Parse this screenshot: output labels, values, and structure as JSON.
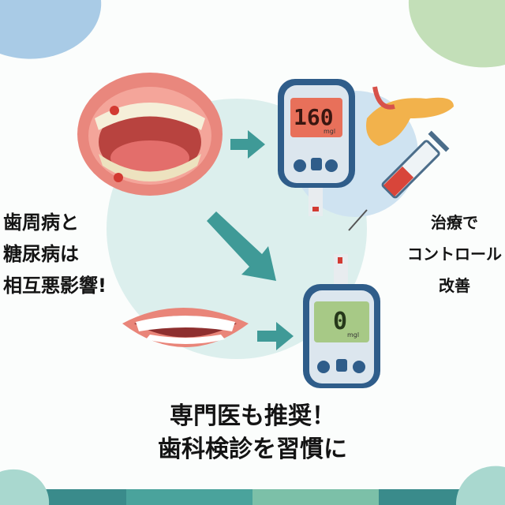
{
  "left_caption": [
    "歯周病と",
    "糖尿病は",
    "相互悪影響!"
  ],
  "right_caption": [
    "治療で",
    "コントロール",
    "改善"
  ],
  "bottom_caption": [
    "専門医も推奨！",
    "歯科検診を習慣に"
  ],
  "meter_high": {
    "value": "160",
    "unit": "mgl"
  },
  "meter_low": {
    "value": "0",
    "unit": "mgl"
  },
  "colors": {
    "teal_circle": "#dcefed",
    "arrow": "#3f9a97",
    "meter_body": "#2f5d8a",
    "screen_high": "#e8705a",
    "screen_low": "#a7c986"
  }
}
